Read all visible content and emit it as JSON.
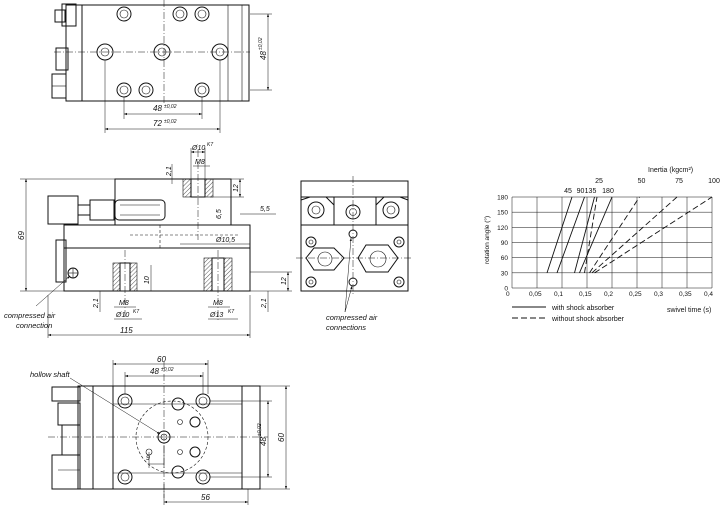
{
  "top_view": {
    "dim_height": "48",
    "dim_height_tol": "±0,02",
    "dim_holes": "48",
    "dim_holes_tol": "±0,02",
    "dim_width": "72",
    "dim_width_tol": "±0,02"
  },
  "side_view": {
    "dim_bore_top": "Ø10",
    "dim_bore_top_tol": "K7",
    "dim_thread_top": "M8",
    "dim_2_1_top": "2,1",
    "dim_12_top": "12",
    "dim_6_5": "6,5",
    "dim_5_5": "5,5",
    "dim_bore_mid": "Ø10,5",
    "dim_69": "69",
    "dim_10": "10",
    "dim_12_bottom": "12",
    "dim_2_1_left": "2,1",
    "dim_2_1_right": "2,1",
    "dim_thread_left": "M8",
    "dim_bore_left": "Ø10",
    "dim_bore_left_tol": "K7",
    "dim_thread_right": "M8",
    "dim_bore_right": "Ø13",
    "dim_bore_right_tol": "K7",
    "dim_115": "115",
    "label_air": [
      "compressed air",
      "connection"
    ]
  },
  "end_view": {
    "label_air": [
      "compressed air",
      "connections"
    ]
  },
  "bottom_view": {
    "dim_60_top": "60",
    "dim_48_top": "48",
    "dim_48_top_tol": "±0,02",
    "dim_48_side": "48",
    "dim_48_side_tol": "±0,02",
    "dim_60_side": "60",
    "dim_9": "9",
    "dim_56": "56",
    "label_hollow": "hollow shaft"
  },
  "chart_data": {
    "type": "line",
    "ylabel": "rotation angle (°)",
    "xlabel": "swivel time (s)",
    "x_ticks": [
      "0",
      "0,05",
      "0,1",
      "0,15",
      "0,2",
      "0,25",
      "0,3",
      "0,35",
      "0,4"
    ],
    "x_tick_values": [
      0,
      0.05,
      0.1,
      0.15,
      0.2,
      0.25,
      0.3,
      0.35,
      0.4
    ],
    "y_ticks": [
      "0",
      "30",
      "60",
      "90",
      "120",
      "150",
      "180"
    ],
    "y_tick_values": [
      0,
      30,
      60,
      90,
      120,
      150,
      180
    ],
    "xlim": [
      0,
      0.4
    ],
    "ylim": [
      0,
      180
    ],
    "grid": true,
    "top_axis_label": "Inertia (kgcm²)",
    "series": [
      {
        "name": "45",
        "style": "solid",
        "x": [
          0.07,
          0.12
        ],
        "y": [
          30,
          180
        ]
      },
      {
        "name": "90",
        "style": "solid",
        "x": [
          0.09,
          0.145
        ],
        "y": [
          30,
          180
        ]
      },
      {
        "name": "135",
        "style": "solid",
        "x": [
          0.125,
          0.165
        ],
        "y": [
          30,
          180
        ]
      },
      {
        "name": "180",
        "style": "solid",
        "x": [
          0.135,
          0.2
        ],
        "y": [
          30,
          180
        ]
      },
      {
        "name": "25",
        "style": "dashed",
        "x": [
          0.145,
          0.17
        ],
        "y": [
          30,
          180
        ]
      },
      {
        "name": "50",
        "style": "dashed",
        "x": [
          0.155,
          0.255
        ],
        "y": [
          30,
          180
        ]
      },
      {
        "name": "75",
        "style": "dashed",
        "x": [
          0.16,
          0.33
        ],
        "y": [
          30,
          180
        ]
      },
      {
        "name": "100",
        "style": "dashed",
        "x": [
          0.165,
          0.4
        ],
        "y": [
          30,
          180
        ]
      }
    ],
    "legend": [
      {
        "style": "solid",
        "label": "with shock absorber"
      },
      {
        "style": "dashed",
        "label": "without shock absorber"
      }
    ]
  }
}
